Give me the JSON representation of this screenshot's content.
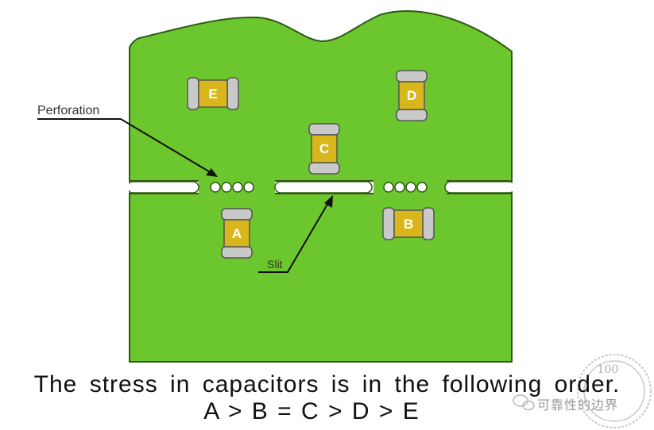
{
  "labels": {
    "perforation": "Perforation",
    "slit": "Slit"
  },
  "capacitors": {
    "a": "A",
    "b": "B",
    "c": "C",
    "d": "D",
    "e": "E"
  },
  "caption": {
    "line1": "The stress in capacitors is in the following order.",
    "line2": "A > B = C > D > E"
  },
  "watermark": {
    "stamp_text": "100",
    "site_text": "可靠性的边界"
  },
  "colors": {
    "board": "#6cc62d",
    "board_edge": "#2f5a12",
    "capacitor_body": "#d9b71c",
    "capacitor_terminal": "#c9c9c9",
    "label_text": "#333333"
  }
}
